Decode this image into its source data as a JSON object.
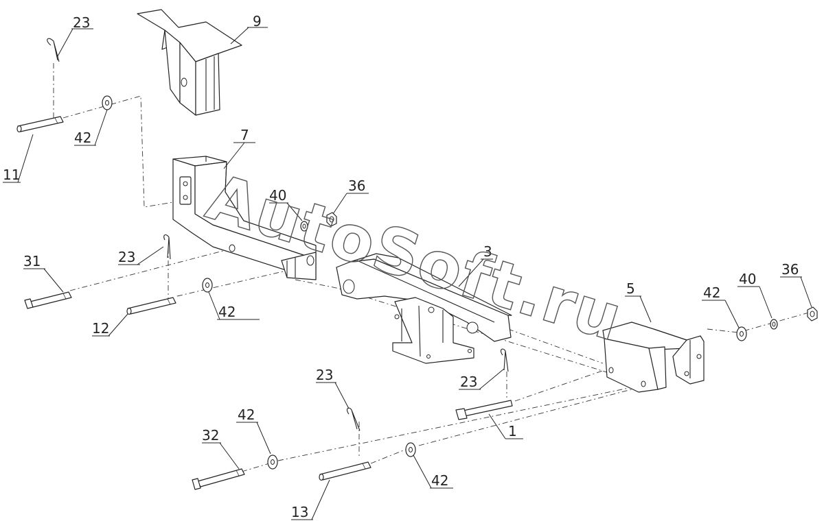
{
  "watermark": "AutoSoft.ru",
  "callouts": [
    {
      "id": "c23a",
      "label": "23"
    },
    {
      "id": "c9",
      "label": "9"
    },
    {
      "id": "c42a",
      "label": "42"
    },
    {
      "id": "c11",
      "label": "11"
    },
    {
      "id": "c7",
      "label": "7"
    },
    {
      "id": "c40a",
      "label": "40"
    },
    {
      "id": "c36a",
      "label": "36"
    },
    {
      "id": "c23b",
      "label": "23"
    },
    {
      "id": "c31",
      "label": "31"
    },
    {
      "id": "c42b",
      "label": "42"
    },
    {
      "id": "c12",
      "label": "12"
    },
    {
      "id": "c3",
      "label": "3"
    },
    {
      "id": "c5",
      "label": "5"
    },
    {
      "id": "c42c",
      "label": "42"
    },
    {
      "id": "c40b",
      "label": "40"
    },
    {
      "id": "c36b",
      "label": "36"
    },
    {
      "id": "c23c",
      "label": "23"
    },
    {
      "id": "c23d",
      "label": "23"
    },
    {
      "id": "c1",
      "label": "1"
    },
    {
      "id": "c32",
      "label": "32"
    },
    {
      "id": "c42d",
      "label": "42"
    },
    {
      "id": "c42e",
      "label": "42"
    },
    {
      "id": "c13",
      "label": "13"
    }
  ]
}
